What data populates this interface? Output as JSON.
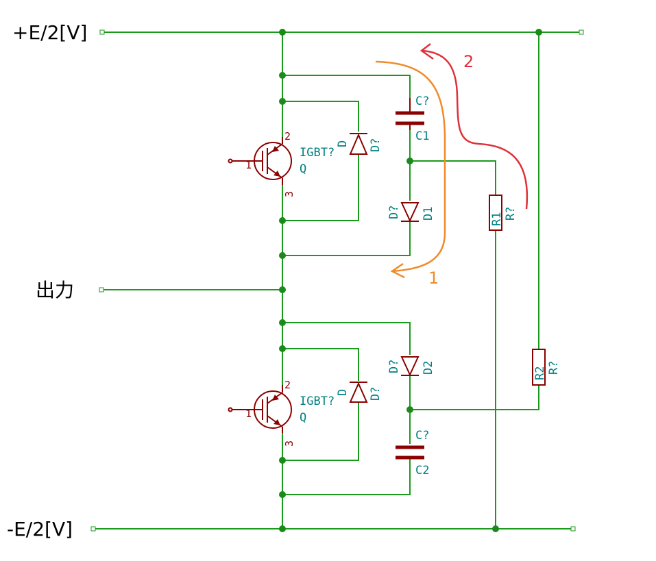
{
  "rails": {
    "positive": "+E/2[V]",
    "output": "出力",
    "negative": "-E/2[V]"
  },
  "upper_igbt": {
    "ref": "IGBT?",
    "value": "Q",
    "pin_gate": "1",
    "pin_collector": "2",
    "pin_emitter": "3"
  },
  "lower_igbt": {
    "ref": "IGBT?",
    "value": "Q",
    "pin_gate": "1",
    "pin_collector": "2",
    "pin_emitter": "3"
  },
  "upper_diode": {
    "value": "D",
    "ref": "D?"
  },
  "lower_diode": {
    "value": "D",
    "ref": "D?"
  },
  "c1": {
    "ref": "C?",
    "value": "C1"
  },
  "c2": {
    "ref": "C?",
    "value": "C2"
  },
  "d1": {
    "ref": "D?",
    "value": "D1"
  },
  "d2": {
    "ref": "D?",
    "value": "D2"
  },
  "r1": {
    "value": "R1",
    "ref": "R?"
  },
  "r2": {
    "value": "R2",
    "ref": "R?"
  },
  "annotations": {
    "path1": "1",
    "path2": "2"
  }
}
